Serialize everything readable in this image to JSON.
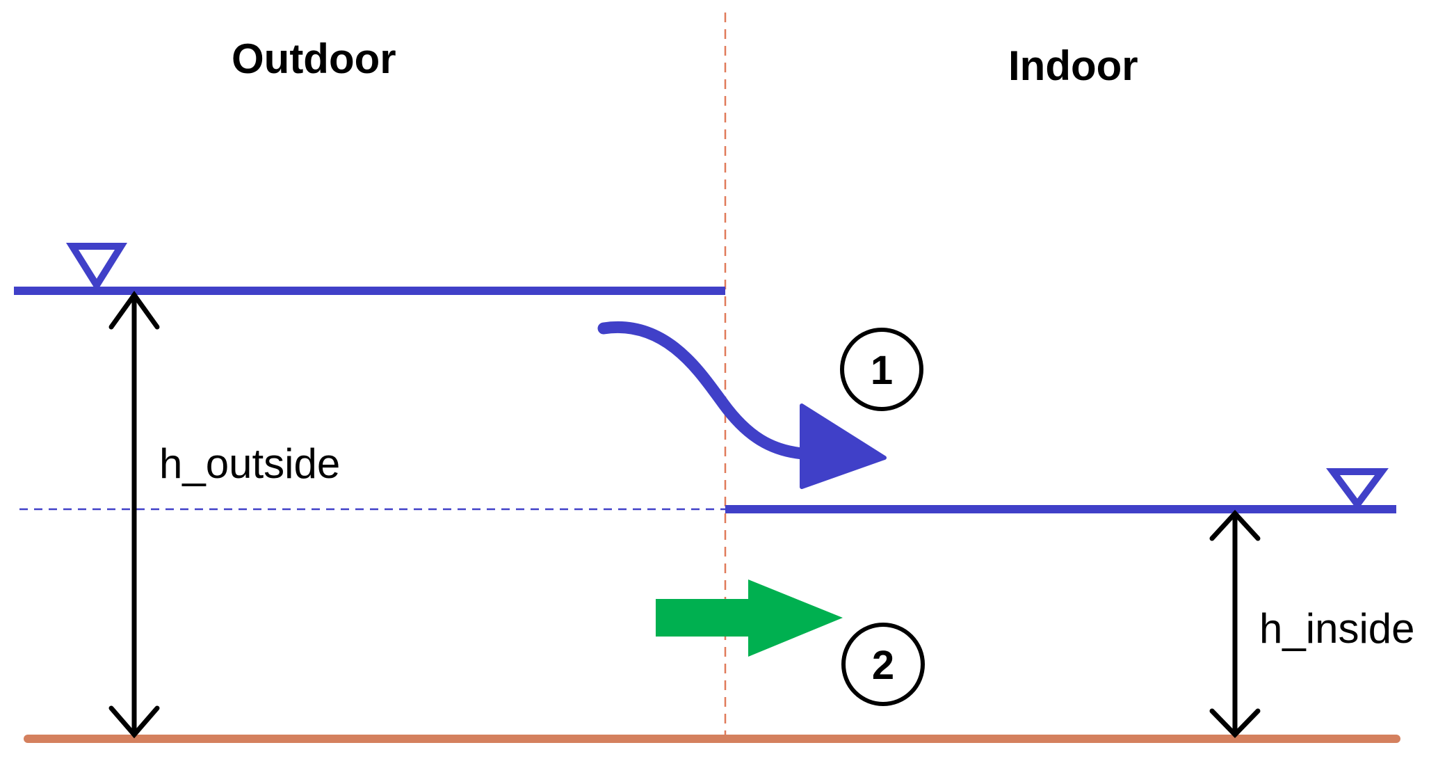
{
  "regions": {
    "outdoor_title": "Outdoor",
    "indoor_title": "Indoor"
  },
  "dimensions": {
    "outside_label": "h_outside",
    "inside_label": "h_inside"
  },
  "markers": {
    "flow_1_number": "1",
    "flow_2_number": "2"
  },
  "colors": {
    "water": "#4040c8",
    "ground": "#d4805e",
    "boundary": "#e07a5a",
    "flow_2_arrow": "#00b050",
    "dimension": "#000000"
  },
  "icons": {
    "water_level_symbol": "inverted-triangle",
    "flow_1": "curved-arrow",
    "flow_2": "straight-arrow"
  }
}
